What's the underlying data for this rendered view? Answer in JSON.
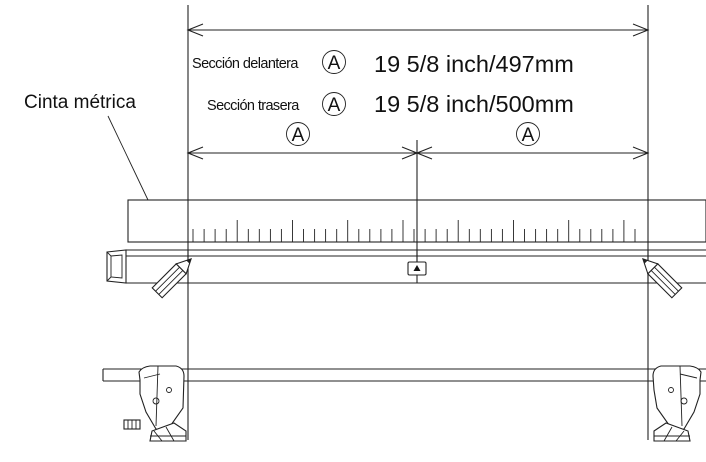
{
  "labels": {
    "tape_measure": "Cinta métrica",
    "front_section": "Sección delantera",
    "rear_section": "Sección trasera",
    "front_value": "19 5/8 inch/497mm",
    "rear_value": "19 5/8 inch/500mm",
    "marker": "A"
  },
  "colors": {
    "line": "#222222",
    "background": "#ffffff"
  }
}
